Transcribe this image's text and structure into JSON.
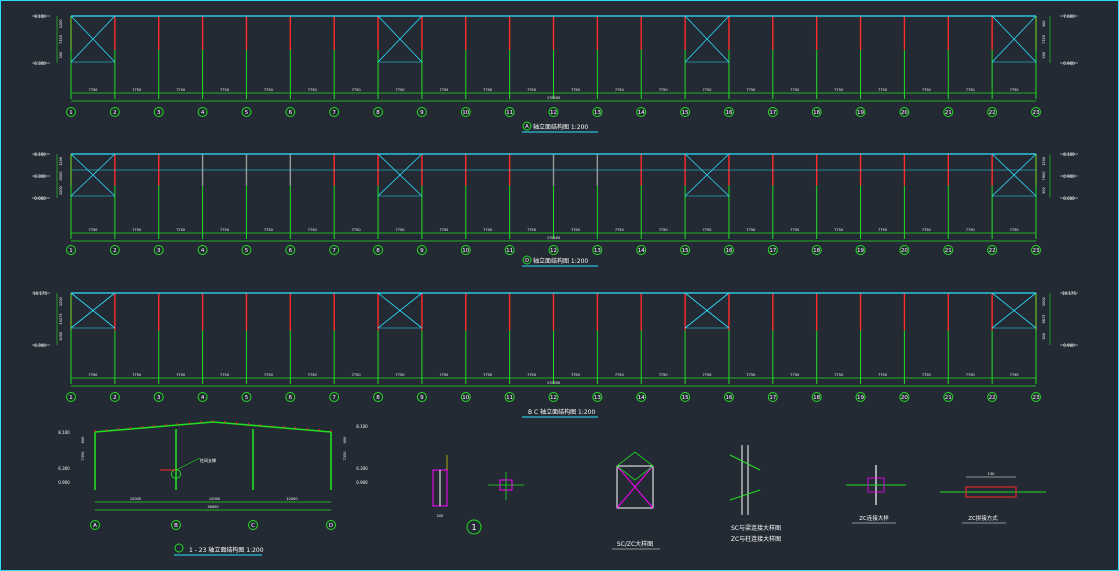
{
  "axis_numbers": [
    "1",
    "2",
    "3",
    "4",
    "5",
    "6",
    "7",
    "8",
    "9",
    "10",
    "11",
    "12",
    "13",
    "14",
    "15",
    "16",
    "17",
    "18",
    "19",
    "20",
    "21",
    "22",
    "23"
  ],
  "axis_letters": [
    "A",
    "B",
    "C",
    "D"
  ],
  "elevations": [
    {
      "title_mark": "A",
      "title": "轴立面结构图 1:200",
      "bays": [
        "7750",
        "7750",
        "7750",
        "7750",
        "7750",
        "7750",
        "7750",
        "7750",
        "7750",
        "7750",
        "7750",
        "7750",
        "7750",
        "7750",
        "7750",
        "7750",
        "7750",
        "7750",
        "7750",
        "7750",
        "7750",
        "7750"
      ],
      "total": "170500",
      "left_levels": [
        "9.100",
        "6.300"
      ],
      "right_levels": [
        "7.600",
        "0.900"
      ],
      "left_dims": [
        "1200",
        "7350",
        "300"
      ],
      "right_dims": [
        "300",
        "7350",
        "500"
      ]
    },
    {
      "title_mark": "D",
      "title": "轴立面结构图 1:200",
      "bays": [
        "7750",
        "7750",
        "7750",
        "7750",
        "7750",
        "7750",
        "7750",
        "7750",
        "7750",
        "7750",
        "7750",
        "7750",
        "7750",
        "7750",
        "7750",
        "7750",
        "7750",
        "7750",
        "7750",
        "7750",
        "7750",
        "7750"
      ],
      "total": "170500",
      "left_levels": [
        "8.100",
        "6.300",
        "0.000"
      ],
      "right_levels": [
        "8.100",
        "0.900",
        "0.600"
      ],
      "left_dims": [
        "1200",
        "6500",
        "1000"
      ],
      "right_dims": [
        "1200",
        "7900",
        "300"
      ]
    },
    {
      "title_mark": "",
      "title": "B C 轴立面结构图 1:200",
      "bays": [
        "7750",
        "7750",
        "7750",
        "7750",
        "7750",
        "7750",
        "7750",
        "7750",
        "7750",
        "7750",
        "7750",
        "7750",
        "7750",
        "7750",
        "7750",
        "7750",
        "7750",
        "7750",
        "7750",
        "7750",
        "7750",
        "7750"
      ],
      "total": "170500",
      "left_levels": [
        "10.175",
        "6.300"
      ],
      "right_levels": [
        "10.175",
        "0.900"
      ],
      "left_dims": [
        "1200",
        "10175",
        "1000"
      ],
      "right_dims": [
        "1000",
        "9675",
        "300"
      ]
    }
  ],
  "section": {
    "title": "1 - 23 轴立面结构图 1:200",
    "bays": [
      "12000",
      "12000",
      "12000"
    ],
    "total": "36000",
    "left_levels": [
      "8.100",
      "6.300",
      "0.900"
    ],
    "right_levels": [
      "8.100",
      "6.300",
      "0.900"
    ],
    "center_note": "柱间支撑",
    "left_dims": [
      "600",
      "7350"
    ],
    "right_dims": [
      "600",
      "7350"
    ]
  },
  "details": {
    "callout_number": "1",
    "sc_zc_title": "SC/ZC大样图",
    "sc_conn_title_1": "SC与梁连接大样图",
    "sc_conn_title_2": "ZC与柱连接大样图",
    "zc_conn_title": "ZC连接大样",
    "zc_splice_title": "ZC拼接方式",
    "dim_130": "130",
    "dim_200": "200"
  },
  "colors": {
    "background": "#232a33",
    "frame": "#2be0ff",
    "beam": "#2be0ff",
    "column_red": "#ff2a2a",
    "column_grey": "#9a9a9a",
    "brace": "#2be0ff",
    "dimension": "#22dd22",
    "text": "#ffffff",
    "magenta": "#ff00ff",
    "yellow": "#ffff00"
  }
}
